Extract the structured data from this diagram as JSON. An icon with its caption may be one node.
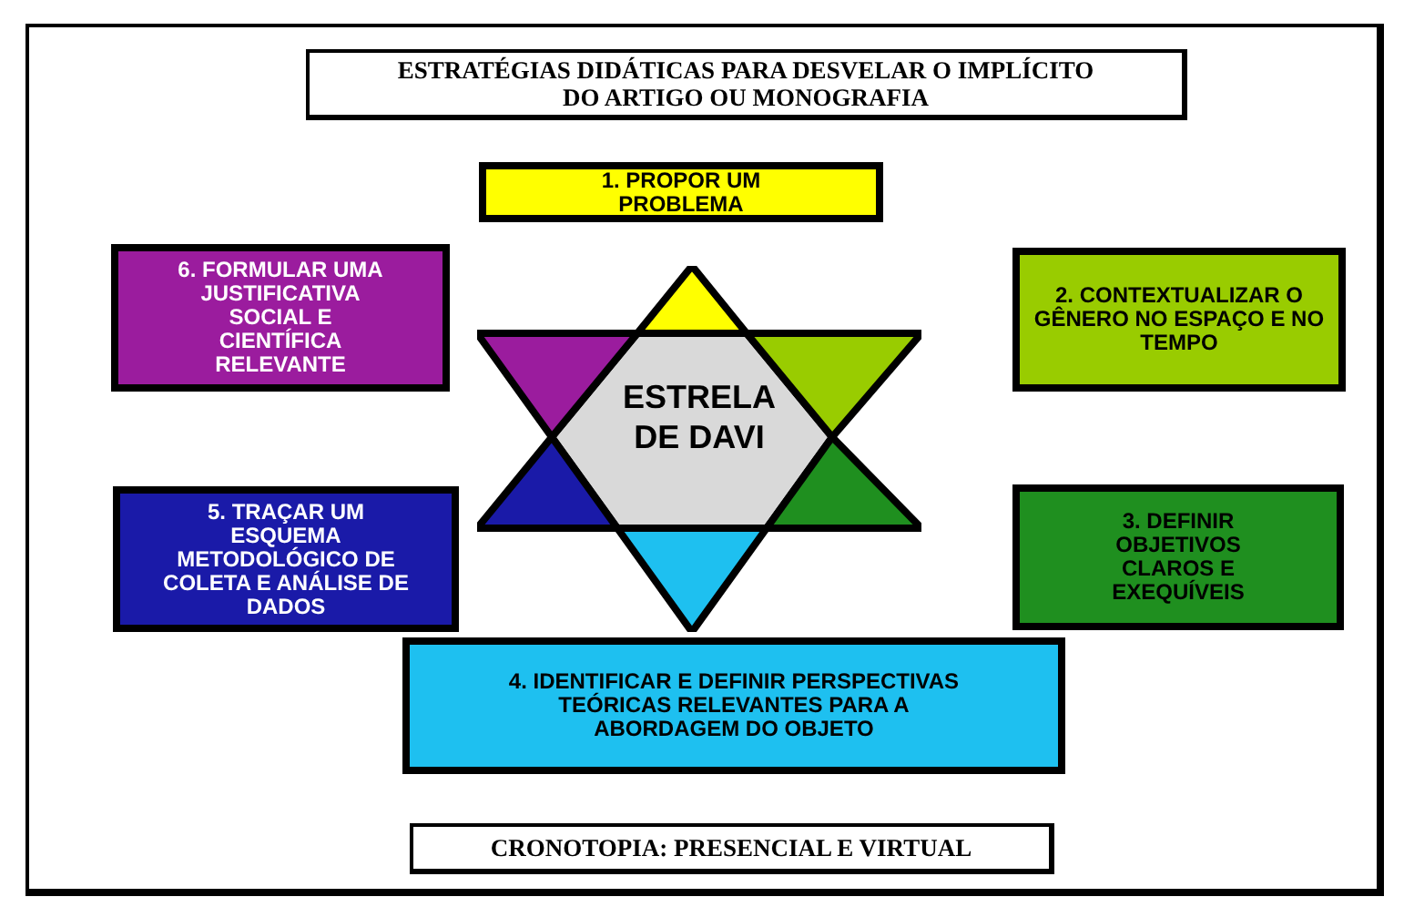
{
  "diagram": {
    "title": "ESTRATÉGIAS DIDÁTICAS PARA DESVELAR O IMPLÍCITO DO ARTIGO OU MONOGRAFIA",
    "caption": "CRONOTOPIA: PRESENCIAL E VIRTUAL",
    "nodes": [
      {
        "text": [
          "1. PROPOR UM PROBLEMA"
        ]
      },
      {
        "text": [
          "6. FORMULAR UMA JUSTIFICATIVA SOCIAL E CIENTÍFICA RELEVANTE"
        ]
      },
      {
        "text": [
          "2. CONTEXTUALIZAR O GÊNERO NO ESPAÇO E NO TEMPO"
        ]
      },
      {
        "text": [
          "ESTRELA DE DAVI"
        ]
      },
      {
        "text": [
          "5. TRAÇAR UM ESQUEMA METODOLÓGICO DE COLETA E ANÁLISE DE DADOS"
        ]
      },
      {
        "text": [
          "3. DEFINIR OBJETIVOS CLAROS E EXEQUÍVEIS"
        ]
      },
      {
        "text": [
          "4. IDENTIFICAR E DEFINIR PERSPECTIVAS TEÓRICAS RELEVANTES PARA A ABORDAGEM DO OBJETO"
        ]
      }
    ],
    "edges": []
  }
}
